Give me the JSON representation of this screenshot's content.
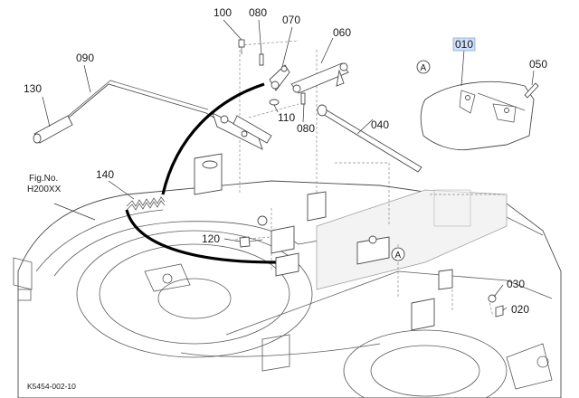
{
  "callouts": {
    "c100": "100",
    "c080a": "080",
    "c070": "070",
    "c060": "060",
    "c090": "090",
    "c010": "010",
    "c050": "050",
    "c130": "130",
    "c110": "110",
    "c080b": "080",
    "c040": "040",
    "c140": "140",
    "c120": "120",
    "c030": "030",
    "c020": "020"
  },
  "ref_marks": {
    "a1": "A",
    "a2": "A"
  },
  "fig_ref": {
    "line1": "Fig.No.",
    "line2": "H200XX"
  },
  "footer_code": "K5454-002-10",
  "highlight_color": "#cfe0f7"
}
